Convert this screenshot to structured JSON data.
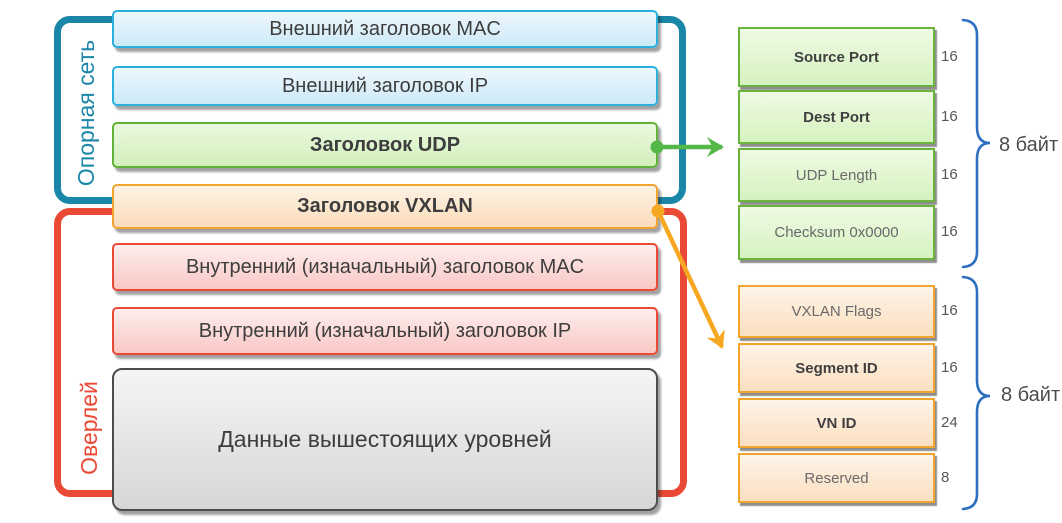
{
  "diagram": {
    "groups": {
      "underlay": {
        "label": "Опорная сеть",
        "color": "#1b87a8"
      },
      "overlay": {
        "label": "Оверлей",
        "color": "#ea4a35"
      }
    },
    "stack": [
      {
        "label": "Внешний заголовок MAC"
      },
      {
        "label": "Внешний заголовок IP"
      },
      {
        "label": "Заголовок UDP"
      },
      {
        "label": "Заголовок VXLAN"
      },
      {
        "label": "Внутренний (изначальный) заголовок MAC"
      },
      {
        "label": "Внутренний (изначальный) заголовок IP"
      },
      {
        "label": "Данные вышестоящих уровней"
      }
    ],
    "udp_header": {
      "rows": [
        {
          "label": "Source Port",
          "bits": "16"
        },
        {
          "label": "Dest Port",
          "bits": "16"
        },
        {
          "label": "UDP Length",
          "bits": "16"
        },
        {
          "label": "Checksum 0x0000",
          "bits": "16"
        }
      ],
      "size_label": "8 байт"
    },
    "vxlan_header": {
      "rows": [
        {
          "label": "VXLAN Flags",
          "bits": "16"
        },
        {
          "label": "Segment ID",
          "bits": "16"
        },
        {
          "label": "VN ID",
          "bits": "24"
        },
        {
          "label": "Reserved",
          "bits": "8"
        }
      ],
      "size_label": "8 байт"
    },
    "accent_colors": {
      "teal": "#1b87a8",
      "red": "#ea4a35",
      "green_arrow": "#54b848",
      "orange_arrow": "#f7a823",
      "brace_blue": "#2e6fc0"
    }
  }
}
